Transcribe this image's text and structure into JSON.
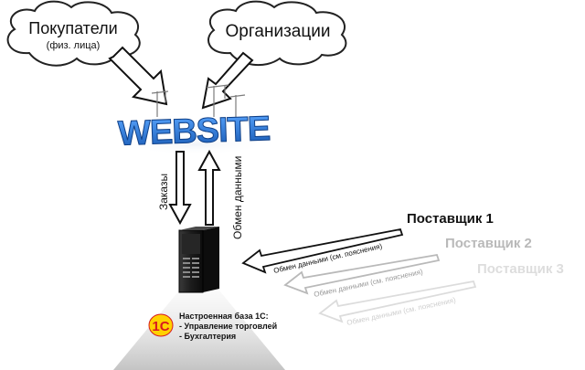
{
  "clouds": {
    "buyers": {
      "title": "Покупатели",
      "subtitle": "(физ. лица)"
    },
    "organizations": {
      "title": "Организации"
    }
  },
  "website": {
    "logo_text": "WEBSITE"
  },
  "arrows": {
    "orders_label": "Заказы",
    "data_exchange_label": "Обмен данными"
  },
  "suppliers": [
    {
      "name": "Поставщик 1",
      "link_label": "Обмен данными (см. пояснения)",
      "color": "#111111"
    },
    {
      "name": "Поставщик 2",
      "link_label": "Обмен данными (см. пояснения)",
      "color": "#b9b9b9"
    },
    {
      "name": "Поставщик 3",
      "link_label": "Обмен данными (см. пояснения)",
      "color": "#dddddd"
    }
  ],
  "database": {
    "logo_text": "1С",
    "title": "Настроенная база 1С:",
    "items": [
      "- Управление торговлей",
      "- Бухгалтерия"
    ]
  },
  "colors": {
    "website_blue": "#1f6fd1",
    "logo_red": "#d71920",
    "logo_yellow": "#ffd100"
  }
}
